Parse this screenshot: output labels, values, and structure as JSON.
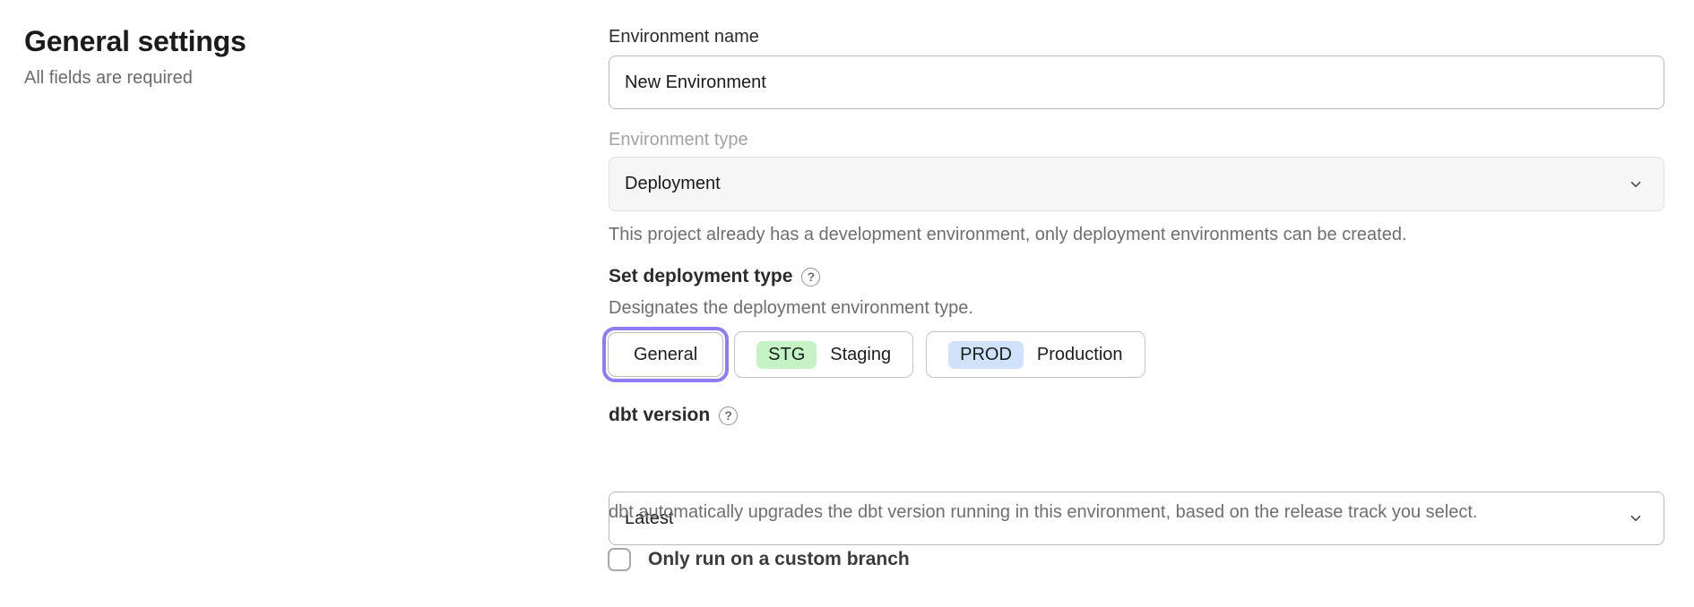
{
  "page": {
    "title": "General settings",
    "subtitle": "All fields are required"
  },
  "form": {
    "environment_name": {
      "label": "Environment name",
      "value": "New Environment"
    },
    "environment_type": {
      "label": "Environment type",
      "value": "Deployment",
      "helper": "This project already has a development environment, only deployment environments can be created."
    },
    "deployment_type": {
      "label": "Set deployment type",
      "helper": "Designates the deployment environment type.",
      "options": [
        {
          "label": "General",
          "badge": "",
          "selected": true
        },
        {
          "label": "Staging",
          "badge": "STG",
          "selected": false
        },
        {
          "label": "Production",
          "badge": "PROD",
          "selected": false
        }
      ]
    },
    "dbt_version": {
      "label": "dbt version",
      "value": "Latest",
      "helper": "dbt automatically upgrades the dbt version running in this environment, based on the release track you select."
    },
    "custom_branch": {
      "label": "Only run on a custom branch",
      "checked": false
    }
  },
  "icons": {
    "help": "help-circle-icon",
    "chevron": "chevron-down-icon",
    "help_glyph": "?"
  },
  "colors": {
    "selected_ring": "#8c7ef2",
    "staging_badge": "#c5f3c6",
    "production_badge": "#cfe1fb"
  }
}
